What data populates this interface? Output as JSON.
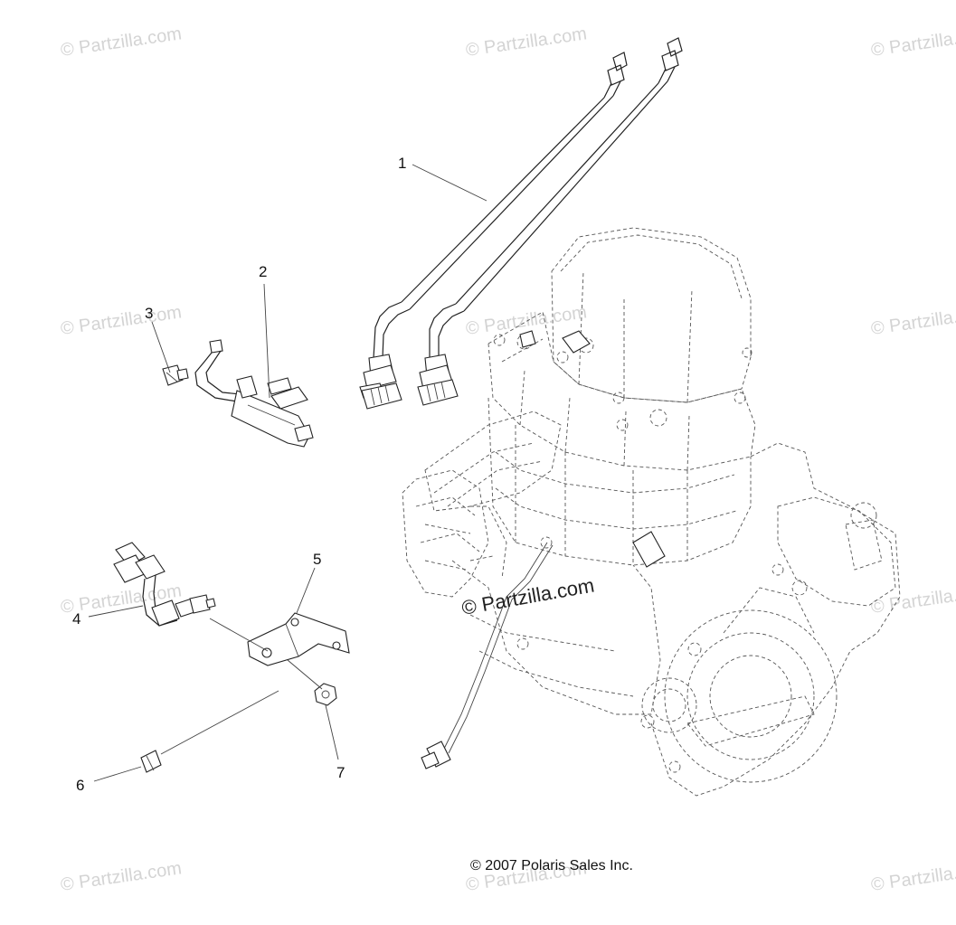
{
  "watermark": {
    "text": "Partzilla.com",
    "symbol": "©"
  },
  "callouts": [
    {
      "id": "1",
      "label": "1"
    },
    {
      "id": "2",
      "label": "2"
    },
    {
      "id": "3",
      "label": "3"
    },
    {
      "id": "4",
      "label": "4"
    },
    {
      "id": "5",
      "label": "5"
    },
    {
      "id": "6",
      "label": "6"
    },
    {
      "id": "7",
      "label": "7"
    }
  ],
  "copyright": "© 2007 Polaris Sales Inc."
}
